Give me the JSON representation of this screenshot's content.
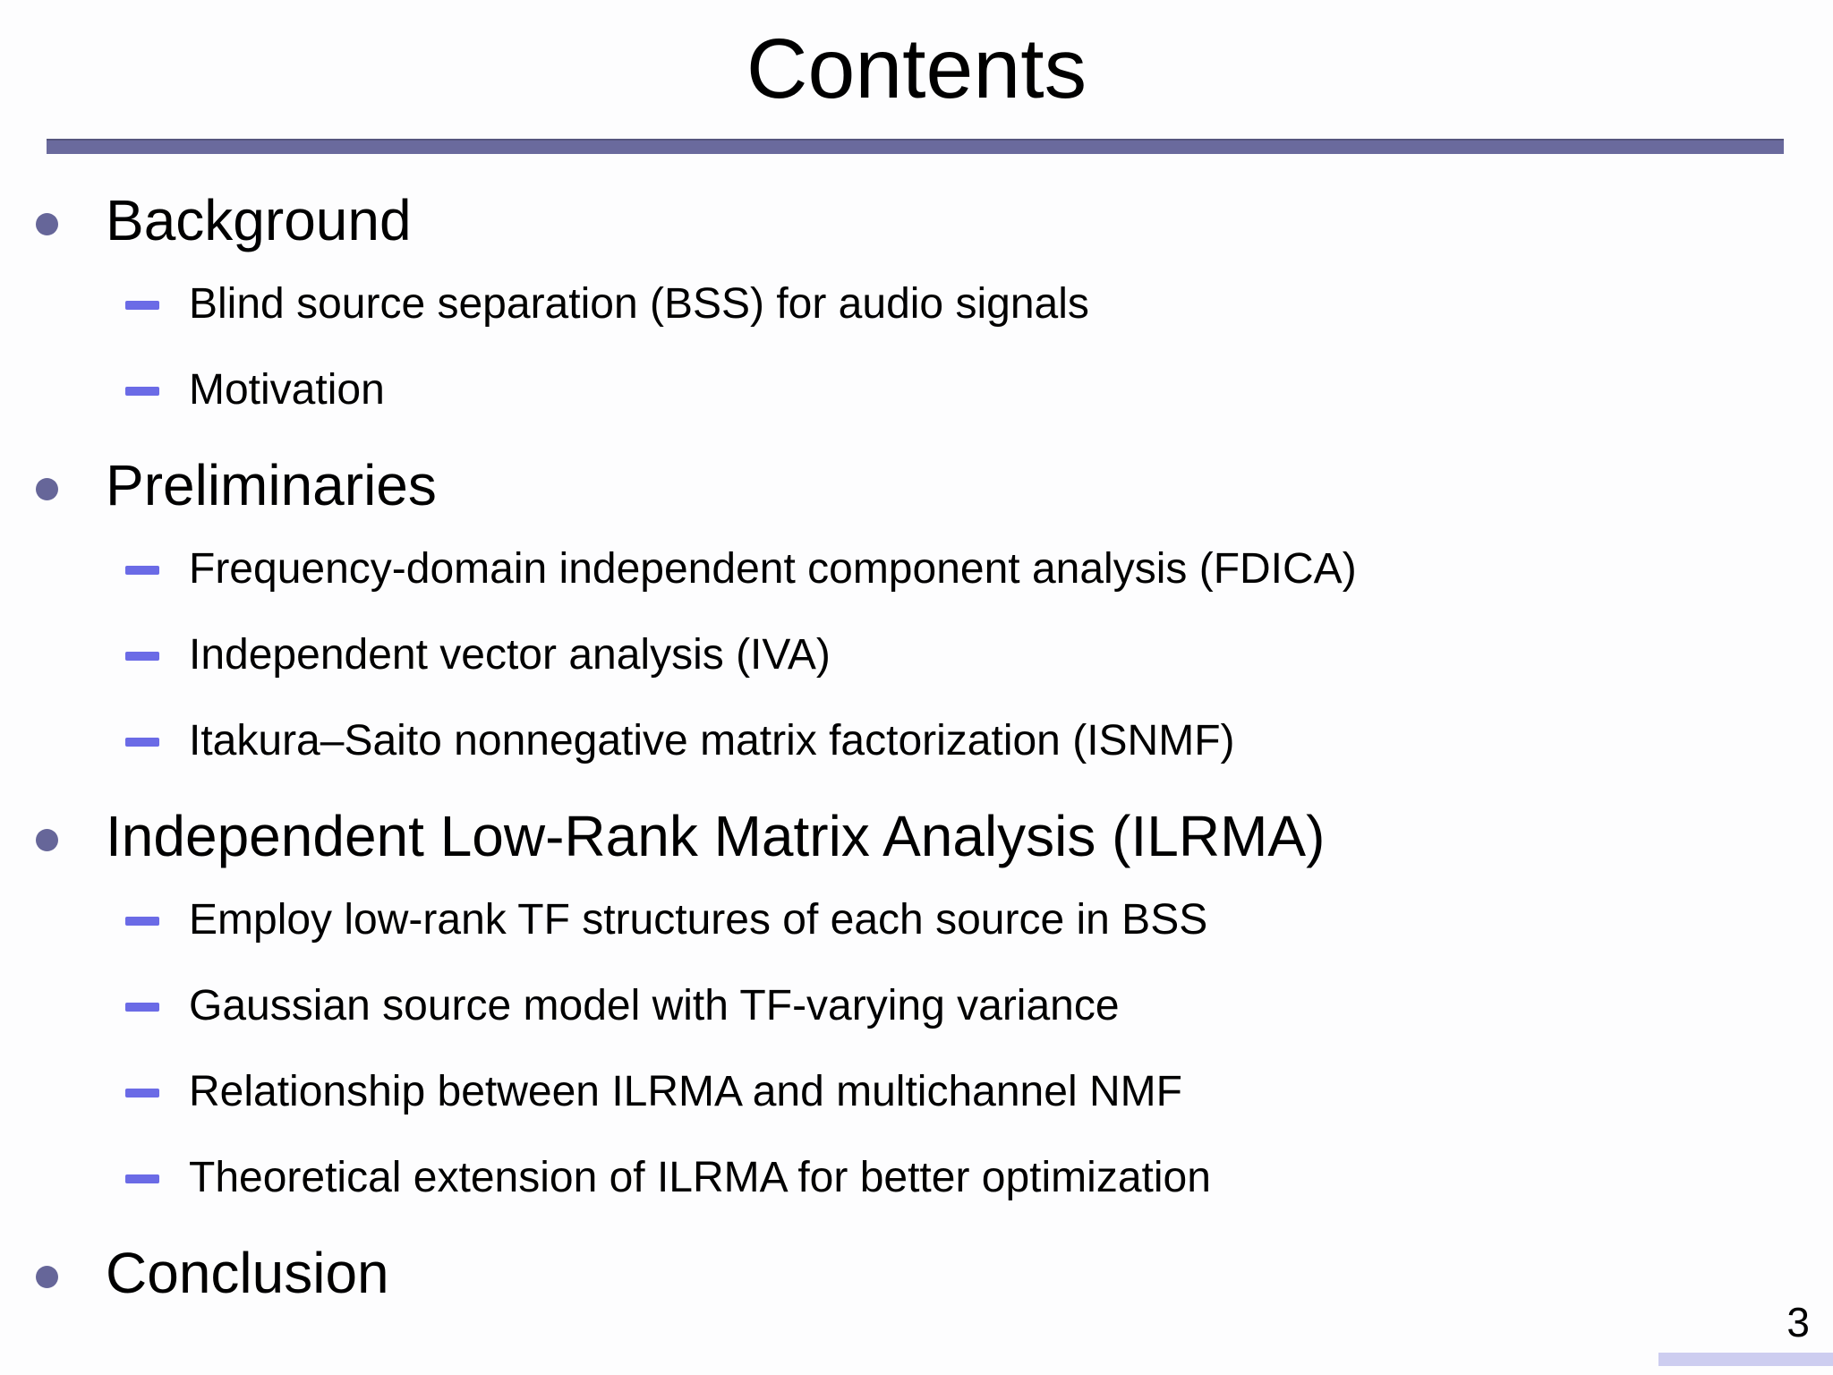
{
  "slide": {
    "title": "Contents",
    "page_number": "3",
    "items": [
      {
        "level": 1,
        "label": "Background"
      },
      {
        "level": 2,
        "label": "Blind source separation (BSS) for audio signals"
      },
      {
        "level": 2,
        "label": "Motivation"
      },
      {
        "level": 1,
        "label": "Preliminaries"
      },
      {
        "level": 2,
        "label": "Frequency-domain independent component analysis (FDICA)"
      },
      {
        "level": 2,
        "label": "Independent vector analysis (IVA)"
      },
      {
        "level": 2,
        "label": "Itakura–Saito nonnegative matrix factorization (ISNMF)"
      },
      {
        "level": 1,
        "label": "Independent Low-Rank Matrix Analysis (ILRMA)"
      },
      {
        "level": 2,
        "label": "Employ low-rank TF structures of each source in BSS"
      },
      {
        "level": 2,
        "label": "Gaussian source model with TF-varying variance"
      },
      {
        "level": 2,
        "label": "Relationship between ILRMA and multichannel NMF"
      },
      {
        "level": 2,
        "label": "Theoretical extension of ILRMA for better optimization"
      },
      {
        "level": 1,
        "label": "Conclusion"
      }
    ],
    "colors": {
      "background": "#FDFDFE",
      "text": "#000000",
      "rule": "#6A6A9D",
      "rule_edge": "#56567E",
      "bullet": "#666699",
      "dash": "#6B6BE6",
      "footer_bar": "#CDCDF0"
    }
  }
}
